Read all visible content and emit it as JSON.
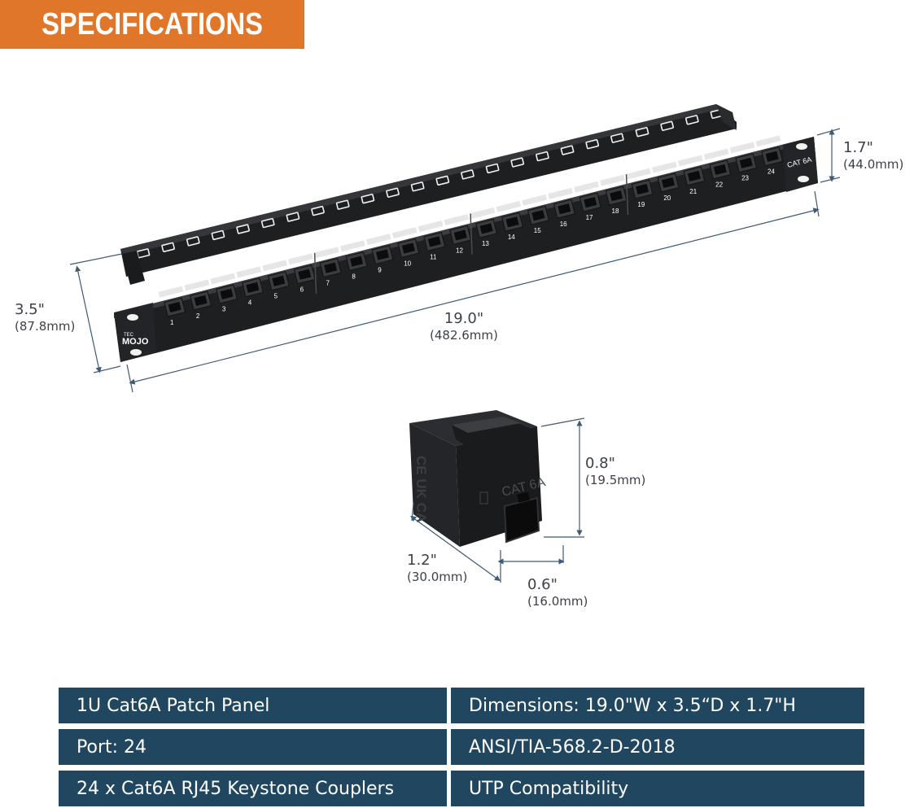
{
  "header": {
    "title": "SPECIFICATIONS"
  },
  "colors": {
    "banner": "#e0762a",
    "table_cell": "#20475f",
    "product": "#1e1f21",
    "dimension_line": "#3f5a72"
  },
  "panel": {
    "brand_logo": "MOJO",
    "brand_small": "TEC",
    "side_label": "CAT 6A",
    "port_numbers": [
      "1",
      "2",
      "3",
      "4",
      "5",
      "6",
      "7",
      "8",
      "9",
      "10",
      "11",
      "12",
      "13",
      "14",
      "15",
      "16",
      "17",
      "18",
      "19",
      "20",
      "21",
      "22",
      "23",
      "24"
    ],
    "dimensions": {
      "width": {
        "imperial": "19.0\"",
        "metric": "(482.6mm)"
      },
      "depth": {
        "imperial": "3.5\"",
        "metric": "(87.8mm)"
      },
      "height": {
        "imperial": "1.7\"",
        "metric": "(44.0mm)"
      }
    }
  },
  "coupler": {
    "label": "CAT 6A",
    "marks": "CE UK CA",
    "dimensions": {
      "height": {
        "imperial": "0.8\"",
        "metric": "(19.5mm)"
      },
      "length": {
        "imperial": "1.2\"",
        "metric": "(30.0mm)"
      },
      "width": {
        "imperial": "0.6\"",
        "metric": "(16.0mm)"
      }
    }
  },
  "specs": [
    [
      "1U Cat6A Patch Panel",
      "Dimensions: 19.0\"W x 3.5“D x 1.7\"H"
    ],
    [
      "Port: 24",
      "ANSI/TIA-568.2-D-2018"
    ],
    [
      "24 x Cat6A RJ45 Keystone Couplers",
      "UTP Compatibility"
    ]
  ]
}
